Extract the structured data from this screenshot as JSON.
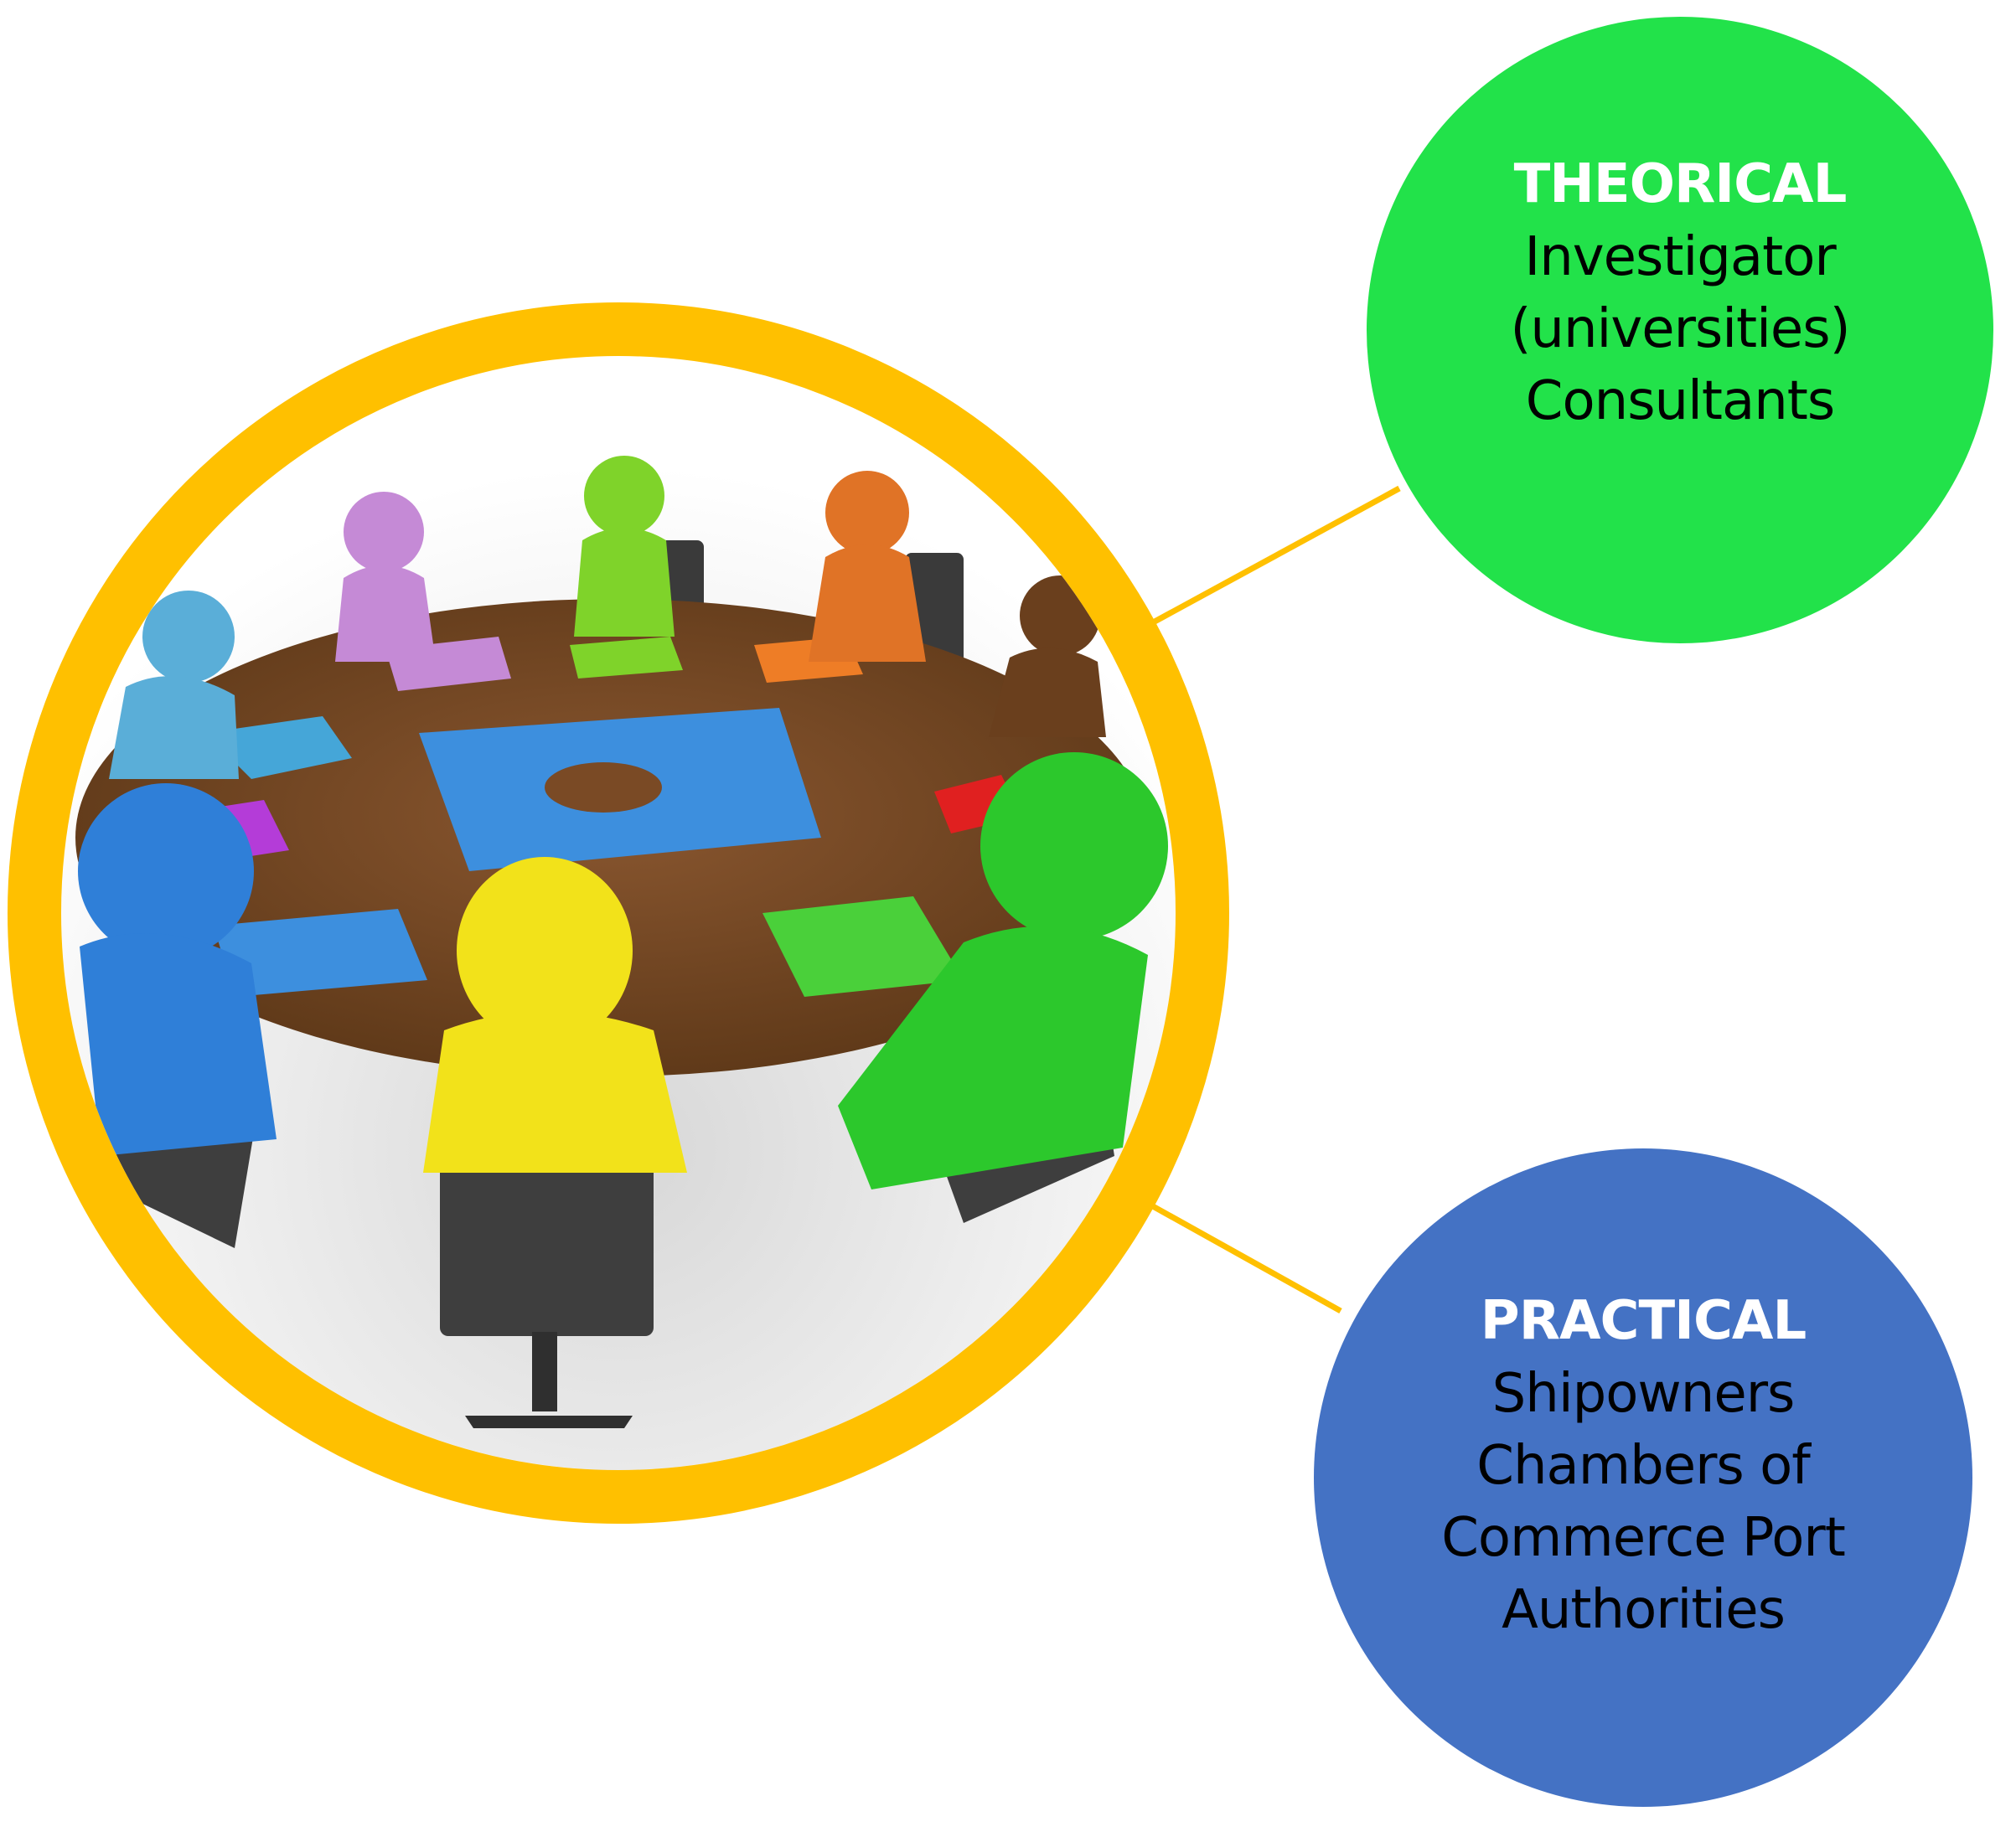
{
  "colors": {
    "background": "#ffffff",
    "ring": "#ffc000",
    "connector": "#ffc000",
    "theorical_fill": "#22e24a",
    "practical_fill": "#4472c4",
    "heading_text": "#ffffff",
    "body_text": "#000000",
    "table": "#7a4a25",
    "floor": "#e9e9e9"
  },
  "central_image": {
    "icon": "round-table-meeting-puzzle-illustration"
  },
  "nodes": {
    "theorical": {
      "heading": "THEORICAL",
      "lines": [
        "Investigator",
        "(universities)",
        "Consultants"
      ]
    },
    "practical": {
      "heading": "PRACTICAL",
      "lines": [
        "Shipowners",
        "Chambers of",
        "Commerce Port",
        "Authorities"
      ]
    }
  }
}
